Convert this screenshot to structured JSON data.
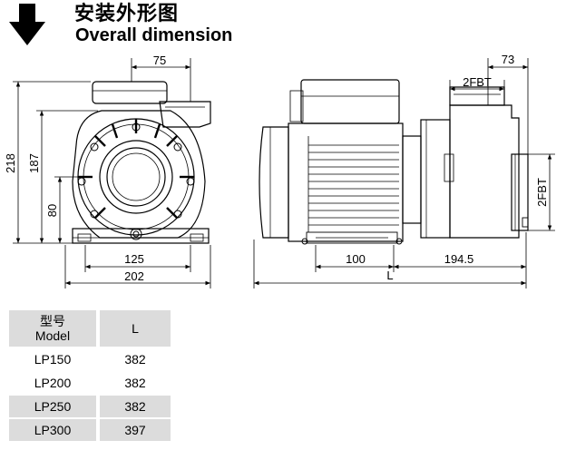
{
  "header": {
    "title_cn": "安装外形图",
    "title_en": "Overall dimension"
  },
  "front_view": {
    "dims": {
      "height_total": "218",
      "height_body": "187",
      "height_shaft": "80",
      "top_offset": "75",
      "base_inner": "125",
      "base_outer": "202"
    }
  },
  "side_view": {
    "dims": {
      "top_right": "73",
      "flange_top": "2FBT",
      "flange_side": "2FBT",
      "foot_spacing": "100",
      "foot_to_end": "194.5",
      "length": "L"
    }
  },
  "table": {
    "header_model_cn": "型号",
    "header_model_en": "Model",
    "header_l": "L",
    "rows": [
      {
        "model": "LP150",
        "l": "382"
      },
      {
        "model": "LP200",
        "l": "382"
      },
      {
        "model": "LP250",
        "l": "382"
      },
      {
        "model": "LP300",
        "l": "397"
      }
    ]
  }
}
